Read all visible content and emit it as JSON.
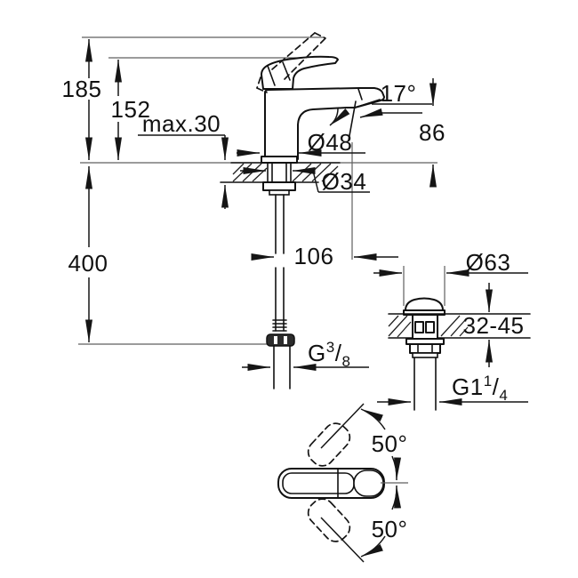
{
  "colors": {
    "ink": "#111111",
    "thin_line": "#5f5f5f",
    "background": "#ffffff"
  },
  "views": {
    "faucet_side": {
      "dims": {
        "overall_height": "185",
        "handle_height": "152",
        "max_deck_thickness": "max.30",
        "spout_angle": "17°",
        "outlet_height": "86",
        "base_diameter": "Ø48",
        "hole_diameter": "Ø34",
        "hose_length": "400",
        "spout_projection": "106",
        "supply_thread": {
          "prefix": "G",
          "numerator": "3",
          "slash": "/",
          "denominator": "8"
        }
      }
    },
    "waste_valve": {
      "dims": {
        "flange_diameter": "Ø63",
        "clamping_range": "32-45",
        "outlet_thread": {
          "prefix": "G1",
          "numerator": "1",
          "slash": "/",
          "denominator": "4"
        }
      }
    },
    "handle_top_view": {
      "dims": {
        "swing_upper": "50°",
        "swing_lower": "50°"
      }
    }
  }
}
